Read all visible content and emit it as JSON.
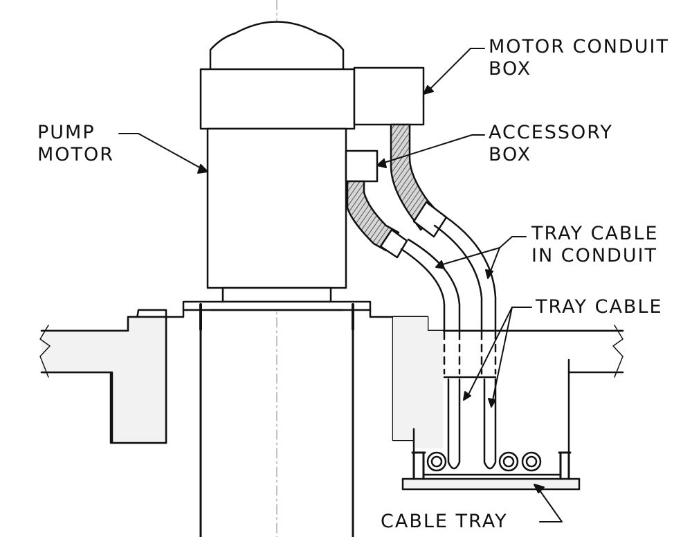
{
  "labels": {
    "motor_conduit_box": [
      "MOTOR CONDUIT",
      "BOX"
    ],
    "pump_motor": [
      "PUMP",
      "MOTOR"
    ],
    "accessory_box": [
      "ACCESSORY",
      "BOX"
    ],
    "tray_cable_in_conduit": [
      "TRAY CABLE",
      "IN CONDUIT"
    ],
    "tray_cable": [
      "TRAY CABLE"
    ],
    "cable_tray": [
      "CABLE TRAY"
    ]
  },
  "colors": {
    "ink": "#111111",
    "concrete_fill": "#f2f2f2",
    "conduit_fill": "#c9c9c9"
  }
}
